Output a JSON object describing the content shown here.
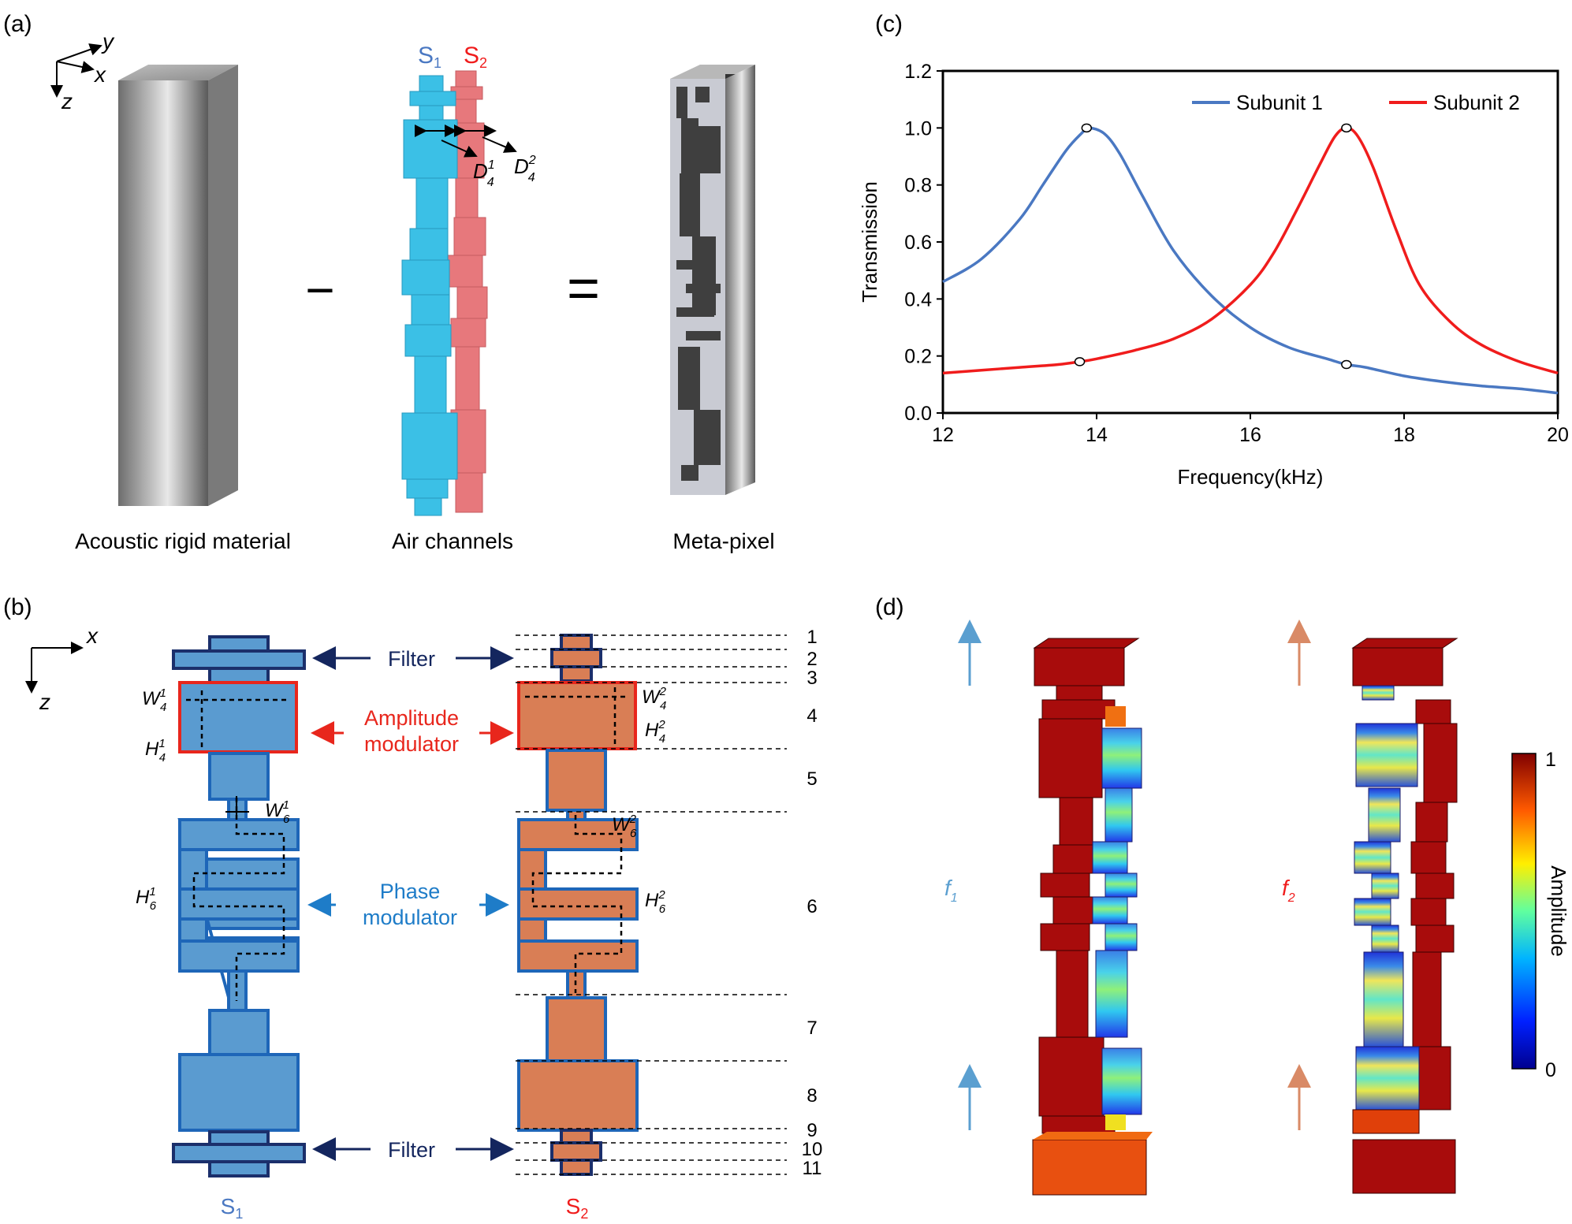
{
  "colors": {
    "subunit1": "#4a78c2",
    "subunit2": "#f01c1c",
    "s1_fill": "#5a9bd0",
    "s1_border": "#1e66b8",
    "s2_fill": "#d97e55",
    "filter_border": "#1b2f6b",
    "annot_navy": "#14265e",
    "annot_red": "#e8261c",
    "annot_blue": "#1e7cc8",
    "cyan": "#3bc0e6",
    "pink": "#e7787c"
  },
  "panel_a": {
    "label": "(a)",
    "axes": {
      "y": "y",
      "x": "x",
      "z": "z"
    },
    "captions": [
      "Acoustic rigid material",
      "Air channels",
      "Meta-pixel"
    ],
    "minus": "−",
    "equals": "=",
    "s1": "S",
    "s1_sub": "1",
    "s2": "S",
    "s2_sub": "2",
    "d1": "D",
    "d1_sub": "4",
    "d1_sup": "1",
    "d2": "D",
    "d2_sub": "4",
    "d2_sup": "2"
  },
  "panel_b": {
    "label": "(b)",
    "axes": {
      "x": "x",
      "z": "z"
    },
    "filter": "Filter",
    "amp_line1": "Amplitude",
    "amp_line2": "modulator",
    "phase_line1": "Phase",
    "phase_line2": "modulator",
    "W4_1": {
      "base": "W",
      "sub": "4",
      "sup": "1"
    },
    "H4_1": {
      "base": "H",
      "sub": "4",
      "sup": "1"
    },
    "W6_1": {
      "base": "W",
      "sub": "6",
      "sup": "1"
    },
    "H6_1": {
      "base": "H",
      "sub": "6",
      "sup": "1"
    },
    "W4_2": {
      "base": "W",
      "sub": "4",
      "sup": "2"
    },
    "H4_2": {
      "base": "H",
      "sub": "4",
      "sup": "2"
    },
    "W6_2": {
      "base": "W",
      "sub": "6",
      "sup": "2"
    },
    "H6_2": {
      "base": "H",
      "sub": "6",
      "sup": "2"
    },
    "s1": "S",
    "s1_sub": "1",
    "s2": "S",
    "s2_sub": "2",
    "layers": [
      "1",
      "2",
      "3",
      "4",
      "5",
      "6",
      "7",
      "8",
      "9",
      "10",
      "11"
    ]
  },
  "panel_c": {
    "label": "(c)",
    "chart_data": {
      "type": "line",
      "title": "",
      "xlabel": "Frequency(kHz)",
      "ylabel": "Transmission",
      "xlim": [
        12,
        20
      ],
      "ylim": [
        0.0,
        1.2
      ],
      "xticks": [
        "12",
        "14",
        "16",
        "18",
        "20"
      ],
      "yticks": [
        "0.0",
        "0.2",
        "0.4",
        "0.6",
        "0.8",
        "1.0",
        "1.2"
      ],
      "legend_position": "top",
      "series": [
        {
          "name": "Subunit 1",
          "color": "#4a78c2",
          "x": [
            12.0,
            12.5,
            13.0,
            13.3,
            13.6,
            13.8,
            13.9,
            14.1,
            14.3,
            14.6,
            15.0,
            15.5,
            16.0,
            16.5,
            17.0,
            17.25,
            17.5,
            18.0,
            18.5,
            19.0,
            19.5,
            20.0
          ],
          "y": [
            0.46,
            0.54,
            0.68,
            0.8,
            0.92,
            0.98,
            1.0,
            0.98,
            0.91,
            0.76,
            0.57,
            0.41,
            0.3,
            0.23,
            0.19,
            0.17,
            0.16,
            0.13,
            0.11,
            0.095,
            0.085,
            0.07
          ]
        },
        {
          "name": "Subunit 2",
          "color": "#f01c1c",
          "x": [
            12.0,
            12.5,
            13.0,
            13.5,
            13.78,
            14.0,
            14.5,
            15.0,
            15.5,
            16.0,
            16.3,
            16.6,
            16.9,
            17.1,
            17.25,
            17.4,
            17.6,
            17.9,
            18.2,
            18.6,
            19.0,
            19.5,
            20.0
          ],
          "y": [
            0.14,
            0.15,
            0.16,
            0.17,
            0.18,
            0.19,
            0.22,
            0.26,
            0.33,
            0.45,
            0.56,
            0.71,
            0.87,
            0.97,
            1.0,
            0.97,
            0.86,
            0.64,
            0.45,
            0.32,
            0.24,
            0.18,
            0.14
          ]
        }
      ],
      "markers": [
        {
          "x": 13.87,
          "y": 1.0
        },
        {
          "x": 17.25,
          "y": 1.0
        },
        {
          "x": 13.78,
          "y": 0.18
        },
        {
          "x": 17.25,
          "y": 0.17
        }
      ]
    }
  },
  "panel_d": {
    "label": "(d)",
    "f1": "f",
    "f1_sub": "1",
    "f2": "f",
    "f2_sub": "2",
    "colorbar_max": "1",
    "colorbar_min": "0",
    "colorbar_title": "Amplitude"
  }
}
